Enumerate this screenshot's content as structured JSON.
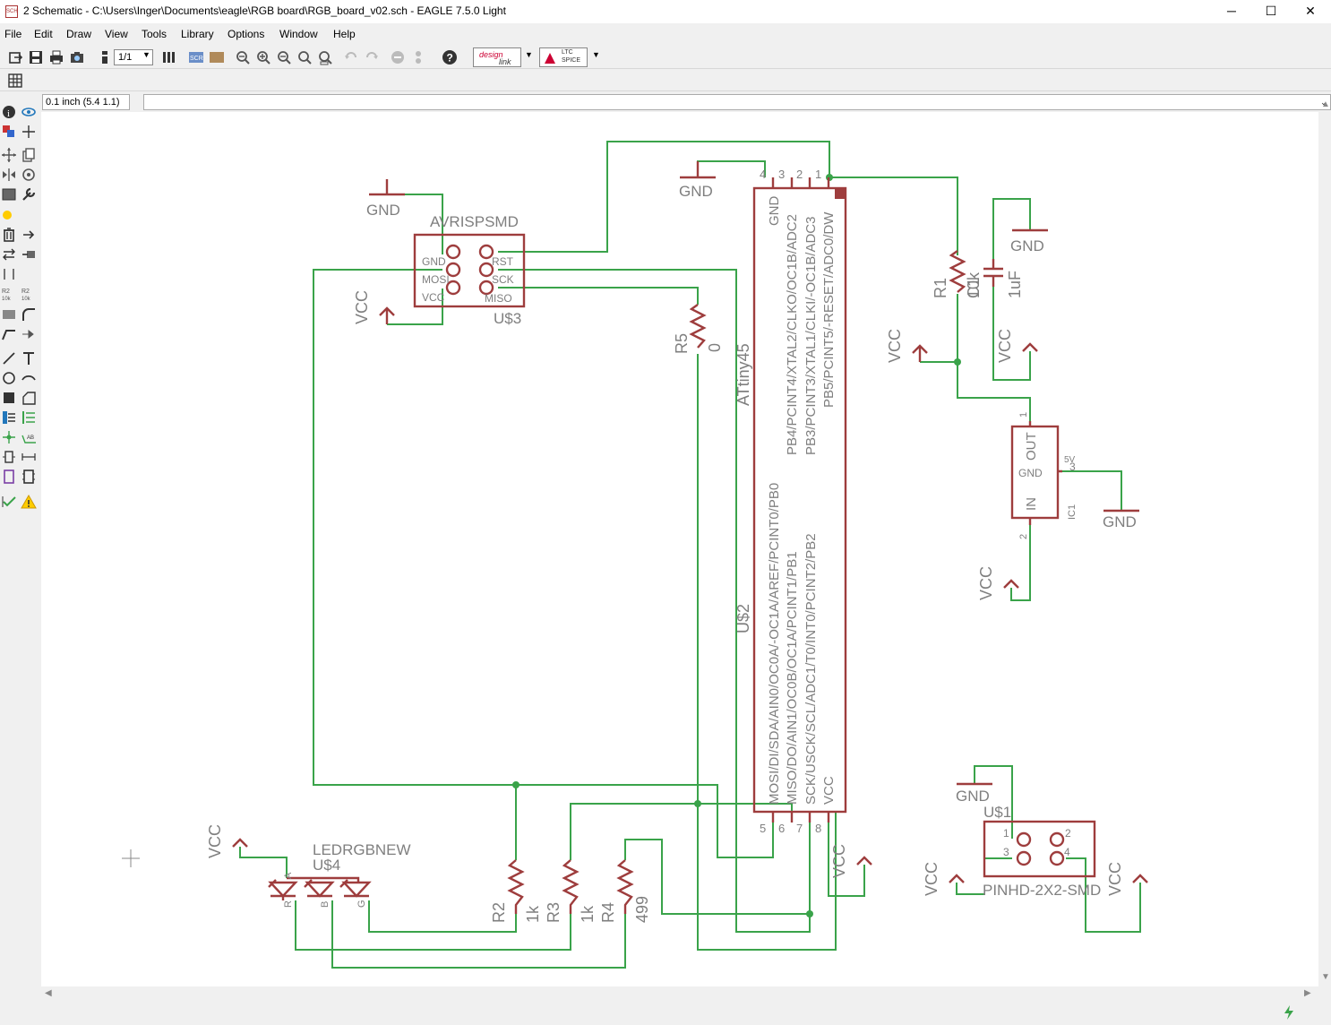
{
  "window": {
    "title": "2 Schematic - C:\\Users\\Inger\\Documents\\eagle\\RGB board\\RGB_board_v02.sch - EAGLE 7.5.0 Light",
    "app_icon": "eagle-app-icon",
    "minimize": "─",
    "maximize": "☐",
    "close": "✕"
  },
  "menu": [
    "File",
    "Edit",
    "Draw",
    "View",
    "Tools",
    "Library",
    "Options",
    "Window",
    "Help"
  ],
  "toolbar": {
    "sheet_select": "1/1",
    "designlink_top": "design",
    "designlink_bottom": "link",
    "ltspice_top": "LTC",
    "ltspice_bottom": "SPICE"
  },
  "command": {
    "grid_readout": "0.1 inch (5.4 1.1)",
    "input_value": ""
  },
  "colors": {
    "symbol": "#9e3d3d",
    "wire": "#3aa34a",
    "text": "#7f7f7f",
    "junction": "#3aa34a"
  },
  "schematic": {
    "avr": {
      "name": "AVRISPSMD",
      "ref": "U$3",
      "pin_gnd": "GND",
      "pin_mosi": "MOSI",
      "pin_vcc": "VCC",
      "pin_rst": "RST",
      "pin_sck": "SCK",
      "pin_miso": "MISO"
    },
    "mcu": {
      "value": "ATtiny45",
      "ref": "U$2",
      "pin_gnd": "GND",
      "pin_pb4": "PB4/PCINT4/XTAL2/CLKO/OC1B/ADC2",
      "pin_pb3": "PB3/PCINT3/XTAL1/CLKI/-OC1B/ADC3",
      "pin_pb5": "PB5/PCINT5/-RESET/ADC0/DW",
      "pin_pb0": "MOSI/DI/SDA/AIN0/OC0A/-OC1A/AREF/PCINT0/PB0",
      "pin_pb1": "MISO/DO/AIN1/OC0B/OC1A/PCINT1/PB1",
      "pin_pb2": "SCK/USCK/SCL/ADC1/T0/INT0/PCINT2/PB2",
      "pin_vcc": "VCC",
      "num_top": [
        "4",
        "3",
        "2",
        "1"
      ],
      "num_bottom": [
        "5",
        "6",
        "7",
        "8"
      ]
    },
    "r1": {
      "ref": "R1",
      "value": "10k"
    },
    "c1": {
      "ref": "C1",
      "value": "1uF"
    },
    "r5": {
      "ref": "R5",
      "value": "0"
    },
    "r2": {
      "ref": "R2",
      "value": "1k"
    },
    "r3": {
      "ref": "R3",
      "value": "1k"
    },
    "r4": {
      "ref": "R4",
      "value": "499"
    },
    "reg": {
      "ref": "IC1",
      "value": "5V",
      "pin_out": "OUT",
      "pin_gnd": "GND",
      "pin_in": "IN",
      "pin1": "1",
      "pin2": "2",
      "pin3": "3"
    },
    "led": {
      "name": "LEDRGBNEW",
      "ref": "U$4",
      "pin_a": "A",
      "pin_r": "R",
      "pin_b": "B",
      "pin_g": "G"
    },
    "header": {
      "name": "PINHD-2X2-SMD",
      "ref": "U$1",
      "p1": "1",
      "p2": "2",
      "p3": "3",
      "p4": "4"
    },
    "gnd_label": "GND",
    "vcc_label": "VCC"
  }
}
